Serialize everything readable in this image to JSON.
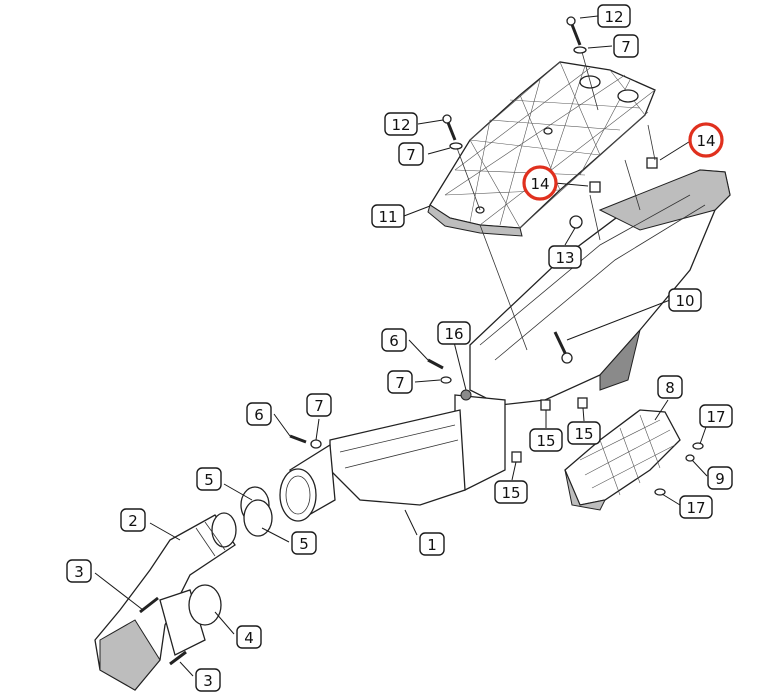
{
  "diagram": {
    "highlight_color": "#e0301e",
    "callouts": [
      {
        "id": "12a",
        "label": "12"
      },
      {
        "id": "7a",
        "label": "7"
      },
      {
        "id": "14a",
        "label": "14",
        "highlighted": true
      },
      {
        "id": "12b",
        "label": "12"
      },
      {
        "id": "7b",
        "label": "7"
      },
      {
        "id": "14b",
        "label": "14",
        "highlighted": true
      },
      {
        "id": "11",
        "label": "11"
      },
      {
        "id": "13",
        "label": "13"
      },
      {
        "id": "10",
        "label": "10"
      },
      {
        "id": "6a",
        "label": "6"
      },
      {
        "id": "16",
        "label": "16"
      },
      {
        "id": "7c",
        "label": "7"
      },
      {
        "id": "8",
        "label": "8"
      },
      {
        "id": "6b",
        "label": "6"
      },
      {
        "id": "7d",
        "label": "7"
      },
      {
        "id": "17a",
        "label": "17"
      },
      {
        "id": "15a",
        "label": "15"
      },
      {
        "id": "15b",
        "label": "15"
      },
      {
        "id": "9",
        "label": "9"
      },
      {
        "id": "5a",
        "label": "5"
      },
      {
        "id": "15c",
        "label": "15"
      },
      {
        "id": "17b",
        "label": "17"
      },
      {
        "id": "2",
        "label": "2"
      },
      {
        "id": "5b",
        "label": "5"
      },
      {
        "id": "1",
        "label": "1"
      },
      {
        "id": "3a",
        "label": "3"
      },
      {
        "id": "4",
        "label": "4"
      },
      {
        "id": "3b",
        "label": "3"
      }
    ]
  }
}
